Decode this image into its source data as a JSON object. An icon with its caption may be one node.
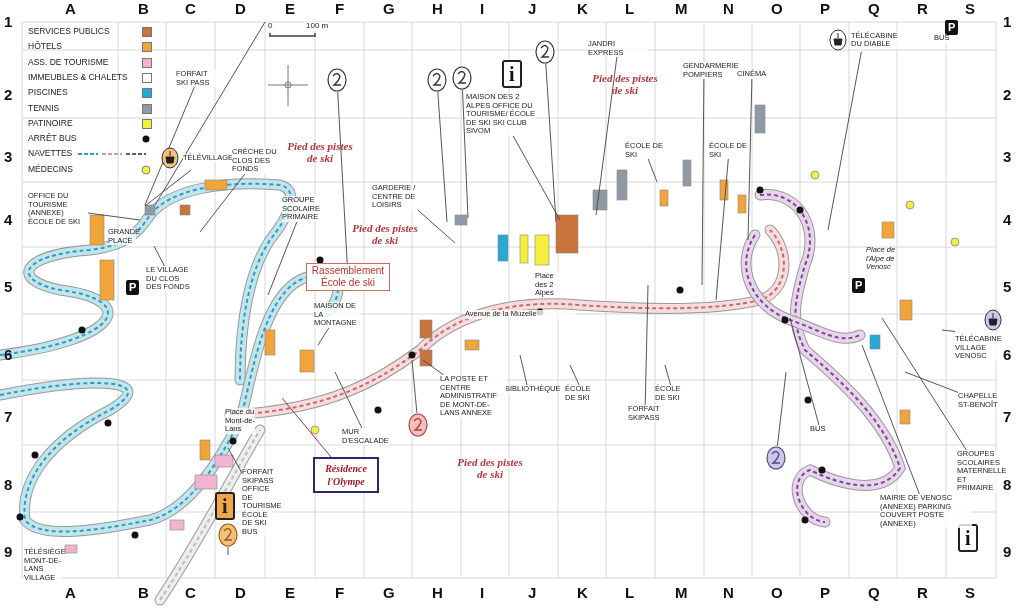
{
  "diagram": {
    "nodes": [
      {
        "text": [
          "FORFAIT SKI PASS"
        ]
      },
      {
        "text": [
          "TÉLÉVILLAGE"
        ]
      },
      {
        "text": [
          "CRÈCHE DU CLOS DES FONDS"
        ]
      },
      {
        "text": [
          "OFFICE DU TOURISME (ANNEXE) ÉCOLE DE SKI"
        ]
      },
      {
        "text": [
          "LE VILLAGE DU CLOS DES FONDS"
        ]
      },
      {
        "text": [
          "GROUPE SCOLAIRE PRIMAIRE"
        ]
      },
      {
        "text": [
          "Rassemblement École de ski"
        ]
      },
      {
        "text": [
          "MAISON DE LA MONTAGNE"
        ]
      },
      {
        "text": [
          "GARDERIE / CENTRE DE LOISIRS"
        ]
      },
      {
        "text": [
          "MAISON DES 2 ALPES OFFICE DU TOURISME/ ÉCOLE DE SKI SKI CLUB SIVOM"
        ]
      },
      {
        "text": [
          "JANDRI EXPRESS"
        ]
      },
      {
        "text": [],
        "shape": "circle"
      },
      {
        "text": [
          "ÉCOLE DE SKI"
        ]
      },
      {
        "text": [
          "GENDARMERIE POMPIERS"
        ]
      },
      {
        "text": [
          "ÉCOLE DE SKI"
        ]
      },
      {
        "text": [
          "CINÉMA"
        ]
      },
      {
        "text": [
          "TÉLÉCABINE DU DIABLE"
        ]
      },
      {
        "text": [
          "TÉLÉCABINE VILLAGE VENOSC"
        ]
      },
      {
        "text": [
          "CHAPELLE ST-BENOÎT"
        ]
      },
      {
        "text": [
          "GROUPES SCOLAIRES MATERNELLE ET PRIMAIRE"
        ]
      },
      {
        "text": [
          "MAIRIE DE VENOSC (ANNEXE) PARKING COUVERT POSTE (ANNEXE)"
        ]
      },
      {
        "text": [
          "BUS"
        ]
      },
      {
        "text": [
          "FORFAIT SKIPASS"
        ]
      },
      {
        "text": [
          "ÉCOLE DE SKI"
        ]
      },
      {
        "text": [
          "ÉCOLE DE SKI"
        ]
      },
      {
        "text": [
          "BIBLIOTHÈQUE"
        ]
      },
      {
        "text": [
          "LA POSTE ET CENTRE ADMINISTRATIF DE MONT-DE-LANS ANNEXE"
        ]
      },
      {
        "text": [
          "MUR D'ESCALADE"
        ]
      },
      {
        "text": [
          "Résidence l'Olympe"
        ]
      },
      {
        "text": [
          "FORFAIT SKIPASS OFFICE DE TOURISME ÉCOLE DE SKI BUS"
        ]
      },
      {
        "text": [],
        "shape": "circle"
      },
      {
        "text": [
          "TÉLÉSIÈGE MONT-DE-LANS VILLAGE"
        ]
      },
      {
        "text": [],
        "shape": "circle"
      },
      {
        "text": [],
        "shape": "circle"
      },
      {
        "text": [],
        "shape": "circle"
      },
      {
        "text": [],
        "shape": "circle"
      },
      {
        "text": [],
        "shape": "circle"
      }
    ],
    "edges": [
      {
        "from": 0,
        "to": null,
        "arrow": "none"
      },
      {
        "from": 2,
        "to": null,
        "arrow": "none"
      },
      {
        "from": 3,
        "to": null,
        "arrow": "none"
      },
      {
        "from": 4,
        "to": null,
        "arrow": "none"
      },
      {
        "from": 5,
        "to": null,
        "arrow": "none"
      },
      {
        "from": 7,
        "to": null,
        "arrow": "none"
      },
      {
        "from": 8,
        "to": null,
        "arrow": "none"
      },
      {
        "from": 9,
        "to": null,
        "arrow": "none"
      },
      {
        "from": 10,
        "to": null,
        "arrow": "none"
      },
      {
        "from": 11,
        "to": null,
        "arrow": "none"
      },
      {
        "from": 12,
        "to": null,
        "arrow": "none"
      },
      {
        "from": 13,
        "to": null,
        "arrow": "none"
      },
      {
        "from": 14,
        "to": null,
        "arrow": "none"
      },
      {
        "from": 15,
        "to": null,
        "arrow": "none"
      },
      {
        "from": 16,
        "to": null,
        "arrow": "none"
      },
      {
        "from": 17,
        "to": null,
        "arrow": "none"
      },
      {
        "from": 18,
        "to": null,
        "arrow": "none"
      },
      {
        "from": 19,
        "to": null,
        "arrow": "none"
      },
      {
        "from": 20,
        "to": null,
        "arrow": "none"
      },
      {
        "from": 21,
        "to": null,
        "arrow": "none"
      },
      {
        "from": 22,
        "to": null,
        "arrow": "none"
      },
      {
        "from": 23,
        "to": null,
        "arrow": "none"
      },
      {
        "from": 24,
        "to": null,
        "arrow": "none"
      },
      {
        "from": 25,
        "to": null,
        "arrow": "none"
      },
      {
        "from": 26,
        "to": null,
        "arrow": "none"
      },
      {
        "from": 27,
        "to": null,
        "arrow": "none"
      },
      {
        "from": 28,
        "to": null,
        "arrow": "none",
        "color": "#a0182a"
      },
      {
        "from": 29,
        "to": null,
        "arrow": "none"
      },
      {
        "from": 30,
        "to": null,
        "arrow": "none"
      },
      {
        "from": 32,
        "to": 6,
        "arrow": "none"
      },
      {
        "from": 33,
        "to": null,
        "arrow": "none"
      },
      {
        "from": 34,
        "to": null,
        "arrow": "none"
      },
      {
        "from": 35,
        "to": null,
        "arrow": "none"
      },
      {
        "from": 36,
        "to": null,
        "arrow": "none"
      },
      {
        "from": 1,
        "to": null,
        "arrow": "none"
      }
    ],
    "labels": [
      "A",
      "B",
      "C",
      "D",
      "E",
      "F",
      "G",
      "H",
      "I",
      "J",
      "K",
      "L",
      "M",
      "N",
      "O",
      "P",
      "Q",
      "R",
      "S",
      "1",
      "2",
      "3",
      "4",
      "5",
      "6",
      "7",
      "8",
      "9",
      "1",
      "2",
      "3",
      "4",
      "5",
      "6",
      "7",
      "8",
      "9",
      "A",
      "B",
      "C",
      "D",
      "E",
      "F",
      "G",
      "H",
      "I",
      "J",
      "K",
      "L",
      "M",
      "N",
      "O",
      "P",
      "Q",
      "R",
      "S",
      "0",
      "100 m",
      "Pied des pistes de ski",
      "Pied des pistes de ski",
      "Pied des pistes de ski",
      "Pied des pistes de ski",
      "GRANDE PLACE",
      "Place des 2 Alpes",
      "Place du Mont-de-Lans",
      "Avenue de la Muzelle",
      "Place de l'Alpe de Venosc",
      "BUS",
      "P",
      "P",
      "P",
      "i",
      "i",
      "i"
    ],
    "legend": [
      {
        "text": "SERVICES PUBLICS",
        "color": "#c8743c"
      },
      {
        "text": "HÔTELS",
        "color": "#f0a43a"
      },
      {
        "text": "ASS. DE TOURISME",
        "color": "#f2b3cf"
      },
      {
        "text": "IMMEUBLES & CHALETS",
        "color": "#ffffff"
      },
      {
        "text": "PISCINES",
        "color": "#27a9d6"
      },
      {
        "text": "TENNIS",
        "color": "#8f9aa6"
      },
      {
        "text": "PATINOIRE",
        "color": "#f4ef3c"
      },
      {
        "text": "ARRÊT BUS"
      },
      {
        "text": "NAVETTES"
      },
      {
        "text": "MÉDECINS"
      }
    ]
  }
}
